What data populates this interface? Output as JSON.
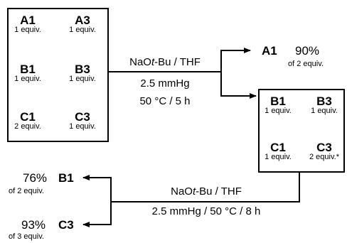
{
  "box1": {
    "A1": {
      "name": "A1",
      "equiv": "1 equiv."
    },
    "A3": {
      "name": "A3",
      "equiv": "1 equiv."
    },
    "B1": {
      "name": "B1",
      "equiv": "1 equiv."
    },
    "B3": {
      "name": "B3",
      "equiv": "1 equiv."
    },
    "C1": {
      "name": "C1",
      "equiv": "2 equiv."
    },
    "C3": {
      "name": "C3",
      "equiv": "1 equiv."
    }
  },
  "step1": {
    "line1": "NaOt-Bu / THF",
    "line2": "2.5 mmHg",
    "line3": "50 °C / 5 h"
  },
  "product1": {
    "name": "A1",
    "yield": "90%",
    "basis": "of 2 equiv."
  },
  "box2": {
    "B1": {
      "name": "B1",
      "equiv": "1 equiv."
    },
    "B3": {
      "name": "B3",
      "equiv": "1 equiv."
    },
    "C1": {
      "name": "C1",
      "equiv": "1 equiv."
    },
    "C3": {
      "name": "C3",
      "equiv": "2 equiv.*"
    }
  },
  "step2": {
    "line1": "NaOt-Bu / THF",
    "line2": "2.5 mmHg / 50 °C / 8 h"
  },
  "product2": {
    "name": "B1",
    "yield": "76%",
    "basis": "of 2 equiv."
  },
  "product3": {
    "name": "C3",
    "yield": "93%",
    "basis": "of 3 equiv."
  }
}
